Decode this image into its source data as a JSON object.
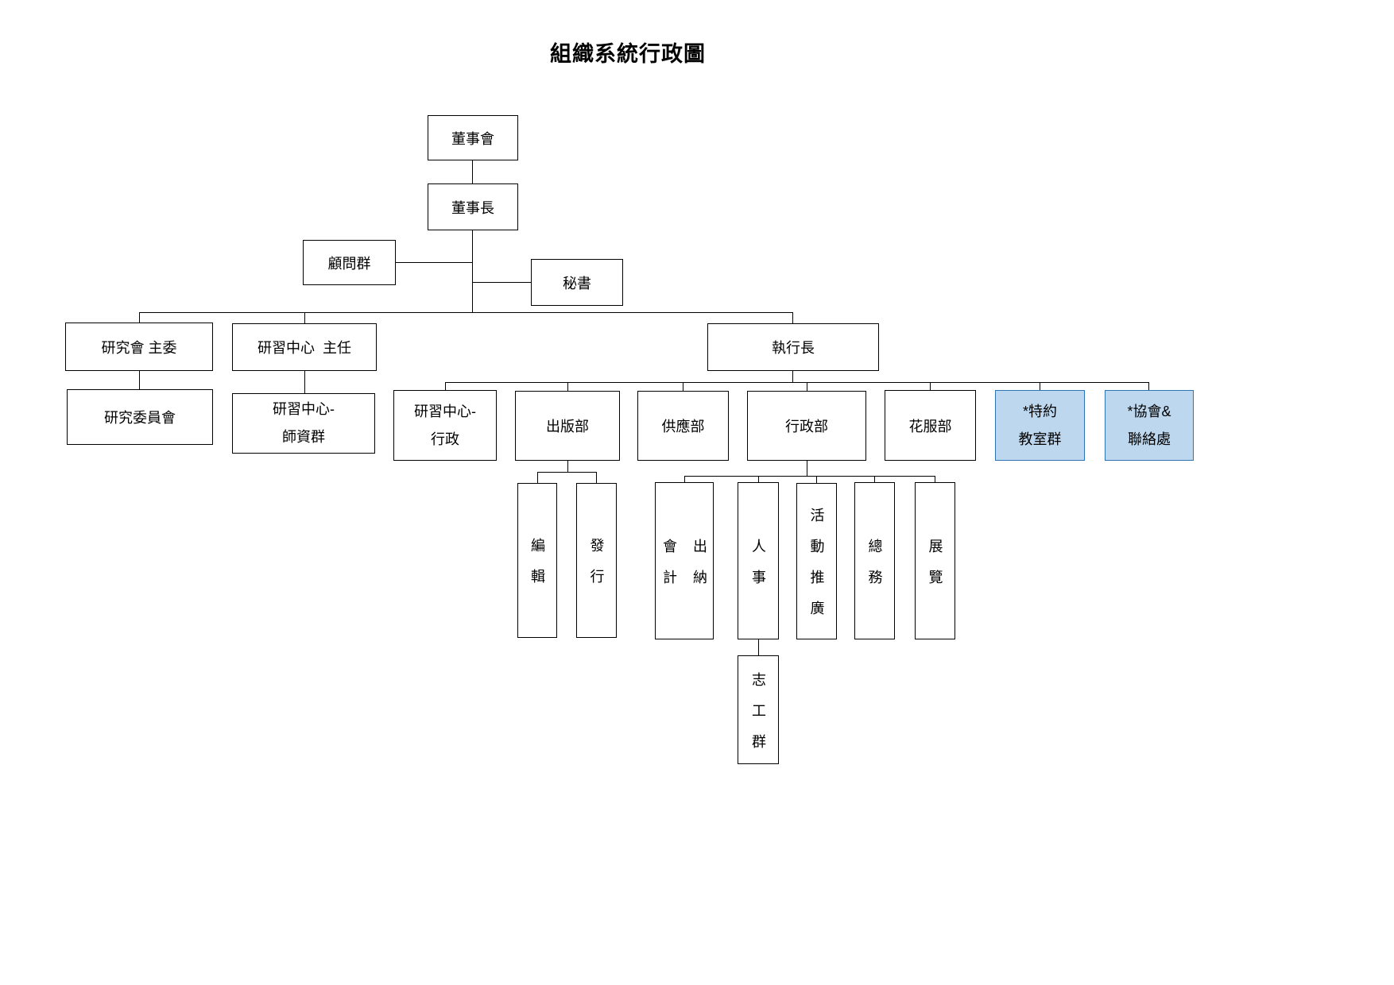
{
  "title": "組織系統行政圖",
  "colors": {
    "box_border": "#000000",
    "line": "#000000",
    "highlight_fill": "#BDD7EE",
    "highlight_border": "#2E75B6"
  },
  "nodes": {
    "board": "董事會",
    "chairman": "董事長",
    "advisory_group": "顧問群",
    "secretary": "秘書",
    "research_council_chair": "研究會 主委",
    "training_center_director": "研習中心  主任",
    "ceo": "執行長",
    "research_committee": "研究委員會",
    "teachers_l1": "研習中心-",
    "teachers_l2": "師資群",
    "center_admin_l1": "研習中心-",
    "center_admin_l2": "行政",
    "publishing": "出版部",
    "supply": "供應部",
    "admin": "行政部",
    "flower_service": "花服部",
    "special_l1": "*特約",
    "special_l2": "教室群",
    "assoc_l1": "*協會&",
    "assoc_l2": "聯絡處",
    "editing": "編輯",
    "distribution": "發行",
    "accounting": "會計",
    "cashier": "出納",
    "personnel": "人事",
    "activity_promotion": "活動推廣",
    "general_affairs": "總務",
    "exhibition": "展覽",
    "volunteer_group": "志工群"
  }
}
